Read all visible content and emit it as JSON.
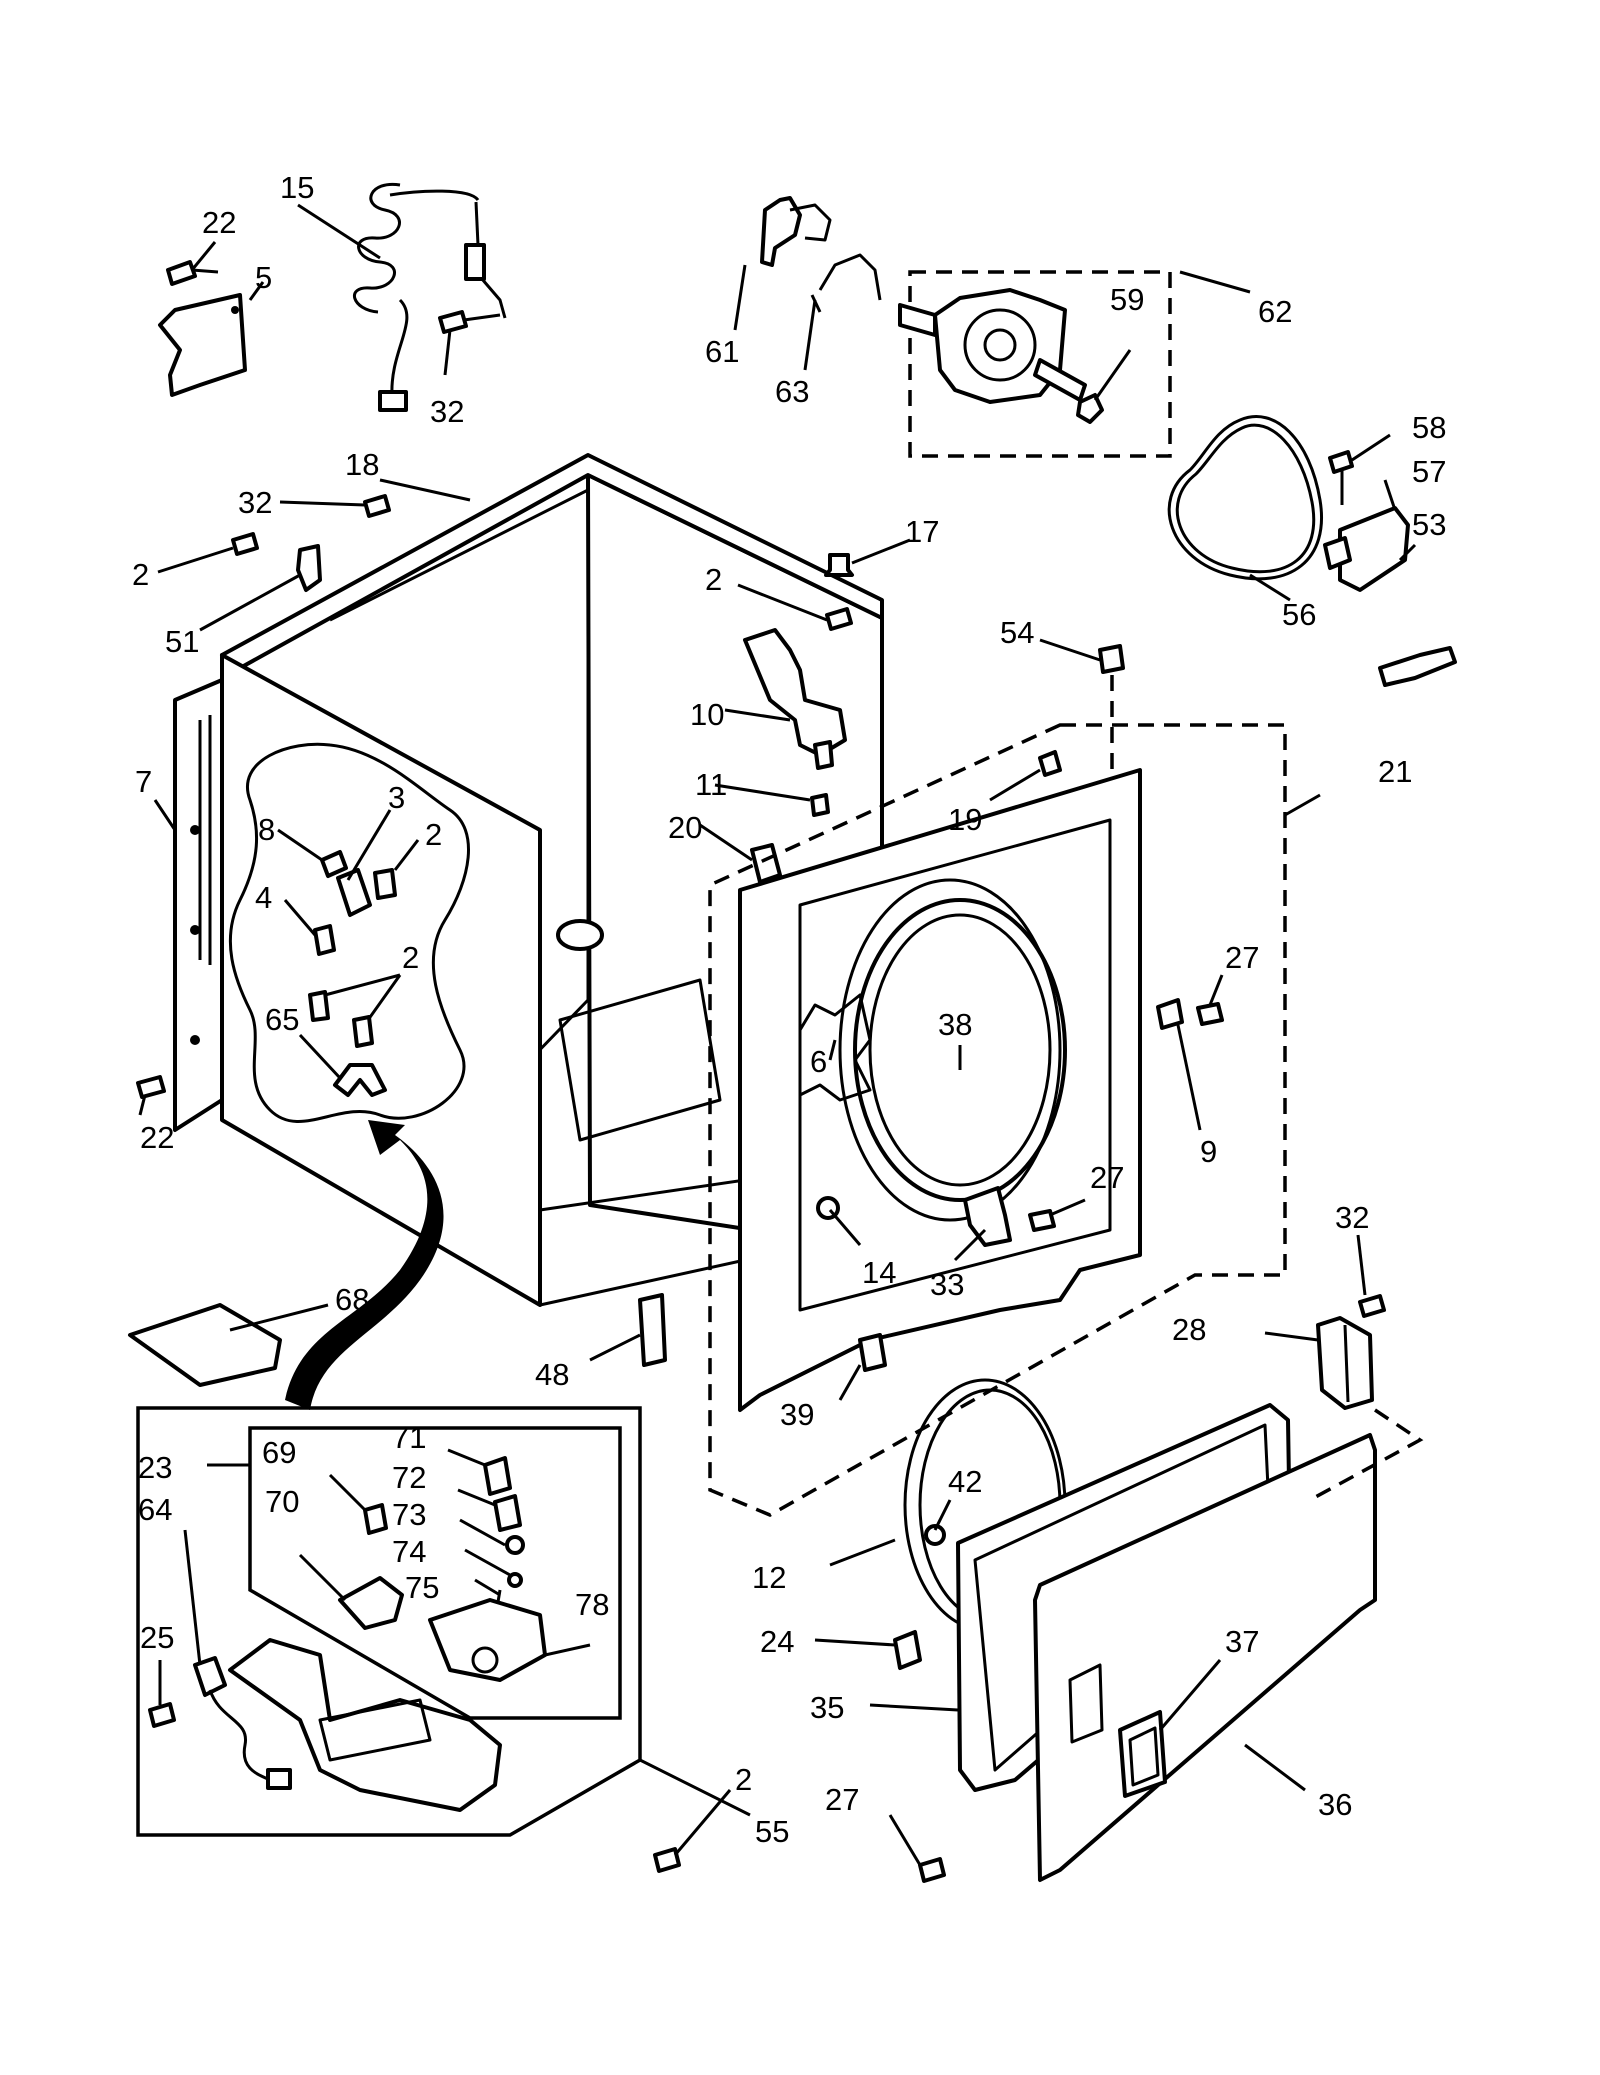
{
  "diagram": {
    "callouts": [
      {
        "id": "c15",
        "text": "15"
      },
      {
        "id": "c22a",
        "text": "22"
      },
      {
        "id": "c5",
        "text": "5"
      },
      {
        "id": "c32a",
        "text": "32"
      },
      {
        "id": "c61",
        "text": "61"
      },
      {
        "id": "c63",
        "text": "63"
      },
      {
        "id": "c62",
        "text": "62"
      },
      {
        "id": "c59",
        "text": "59"
      },
      {
        "id": "c58",
        "text": "58"
      },
      {
        "id": "c57",
        "text": "57"
      },
      {
        "id": "c53",
        "text": "53"
      },
      {
        "id": "c56",
        "text": "56"
      },
      {
        "id": "c18",
        "text": "18"
      },
      {
        "id": "c32b",
        "text": "32"
      },
      {
        "id": "c2a",
        "text": "2"
      },
      {
        "id": "c51",
        "text": "51"
      },
      {
        "id": "c17",
        "text": "17"
      },
      {
        "id": "c2b",
        "text": "2"
      },
      {
        "id": "c54",
        "text": "54"
      },
      {
        "id": "c10",
        "text": "10"
      },
      {
        "id": "c21",
        "text": "21"
      },
      {
        "id": "c7",
        "text": "7"
      },
      {
        "id": "c11",
        "text": "11"
      },
      {
        "id": "c19",
        "text": "19"
      },
      {
        "id": "c20",
        "text": "20"
      },
      {
        "id": "c8",
        "text": "8"
      },
      {
        "id": "c3",
        "text": "3"
      },
      {
        "id": "c2c",
        "text": "2"
      },
      {
        "id": "c4",
        "text": "4"
      },
      {
        "id": "c2d",
        "text": "2"
      },
      {
        "id": "c65",
        "text": "65"
      },
      {
        "id": "c22b",
        "text": "22"
      },
      {
        "id": "c38",
        "text": "38"
      },
      {
        "id": "c27a",
        "text": "27"
      },
      {
        "id": "c6",
        "text": "6"
      },
      {
        "id": "c9",
        "text": "9"
      },
      {
        "id": "c27b",
        "text": "27"
      },
      {
        "id": "c14",
        "text": "14"
      },
      {
        "id": "c33",
        "text": "33"
      },
      {
        "id": "c32c",
        "text": "32"
      },
      {
        "id": "c68",
        "text": "68"
      },
      {
        "id": "c48",
        "text": "48"
      },
      {
        "id": "c28",
        "text": "28"
      },
      {
        "id": "c39",
        "text": "39"
      },
      {
        "id": "c23",
        "text": "23"
      },
      {
        "id": "c69",
        "text": "69"
      },
      {
        "id": "c71",
        "text": "71"
      },
      {
        "id": "c72",
        "text": "72"
      },
      {
        "id": "c73",
        "text": "73"
      },
      {
        "id": "c64",
        "text": "64"
      },
      {
        "id": "c70",
        "text": "70"
      },
      {
        "id": "c74",
        "text": "74"
      },
      {
        "id": "c75",
        "text": "75"
      },
      {
        "id": "c78",
        "text": "78"
      },
      {
        "id": "c42",
        "text": "42"
      },
      {
        "id": "c12",
        "text": "12"
      },
      {
        "id": "c25",
        "text": "25"
      },
      {
        "id": "c24",
        "text": "24"
      },
      {
        "id": "c37",
        "text": "37"
      },
      {
        "id": "c35",
        "text": "35"
      },
      {
        "id": "c55",
        "text": "55"
      },
      {
        "id": "c27c",
        "text": "27"
      },
      {
        "id": "c2e",
        "text": "2"
      },
      {
        "id": "c36",
        "text": "36"
      }
    ]
  }
}
